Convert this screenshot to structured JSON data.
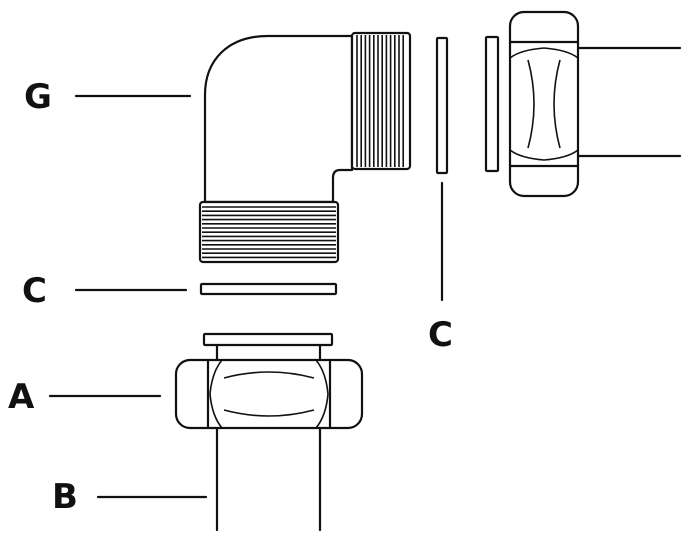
{
  "diagram": {
    "labels": {
      "g": "G",
      "c_left": "C",
      "c_right": "C",
      "a": "A",
      "b": "B"
    },
    "colors": {
      "ink": "#111111",
      "background": "#ffffff"
    }
  }
}
